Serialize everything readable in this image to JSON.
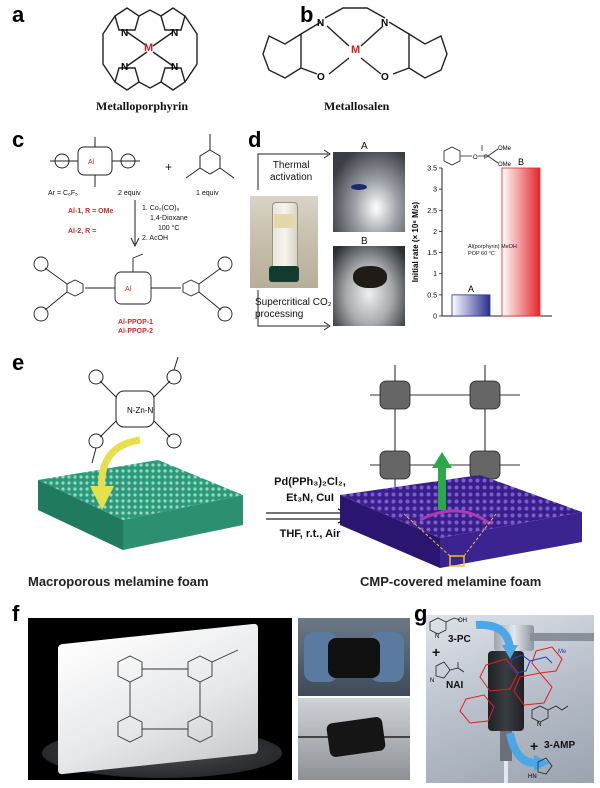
{
  "panels": {
    "a": {
      "label": "a",
      "caption": "Metalloporphyrin",
      "metal": "M"
    },
    "b": {
      "label": "b",
      "caption": "Metallosalen",
      "metal": "M"
    },
    "c": {
      "label": "c",
      "ar_def": "Ar = C₆F₅",
      "equiv_1": "2 equiv",
      "equiv_2": "1 equiv",
      "al1": "Al-1, R = OMe",
      "al2": "Al-2, R =",
      "cond_1": "1. Co₂(CO)₈",
      "cond_2": "1,4-Dioxane",
      "cond_3": "100 °C",
      "cond_4": "2. AcOH",
      "product_1": "Al-PPOP-1",
      "product_2": "Al-PPOP-2"
    },
    "d": {
      "label": "d",
      "thermal_1": "Thermal",
      "thermal_2": "activation",
      "supercritical_1": "Supercritical CO₂",
      "supercritical_2": "processing",
      "photo_a": "A",
      "photo_b": "B",
      "reaction_1": "Al(porphyrin)  MeOH",
      "reaction_2": "POP        60 °C",
      "ome": "OMe"
    },
    "e": {
      "label": "e",
      "cond_1": "Pd(PPh₃)₂Cl₂,",
      "cond_2": "Et₃N, CuI",
      "cond_3": "THF, r.t., Air",
      "left_caption": "Macroporous melamine foam",
      "right_caption": "CMP-covered  melamine foam"
    },
    "f": {
      "label": "f"
    },
    "g": {
      "label": "g",
      "pc": "3-PC",
      "nai": "NAI",
      "amp": "3-AMP",
      "plus": "+"
    }
  },
  "chart_data": {
    "type": "bar",
    "categories": [
      "A",
      "B"
    ],
    "values": [
      0.5,
      3.5
    ],
    "ylabel": "Initial rate (× 10⁶ M/s)",
    "ylim": [
      0,
      3.5
    ],
    "yticks": [
      0,
      0.5,
      1,
      1.5,
      2,
      2.5,
      3,
      3.5
    ],
    "colors": [
      "#2a2f8e",
      "#e3262b"
    ]
  }
}
